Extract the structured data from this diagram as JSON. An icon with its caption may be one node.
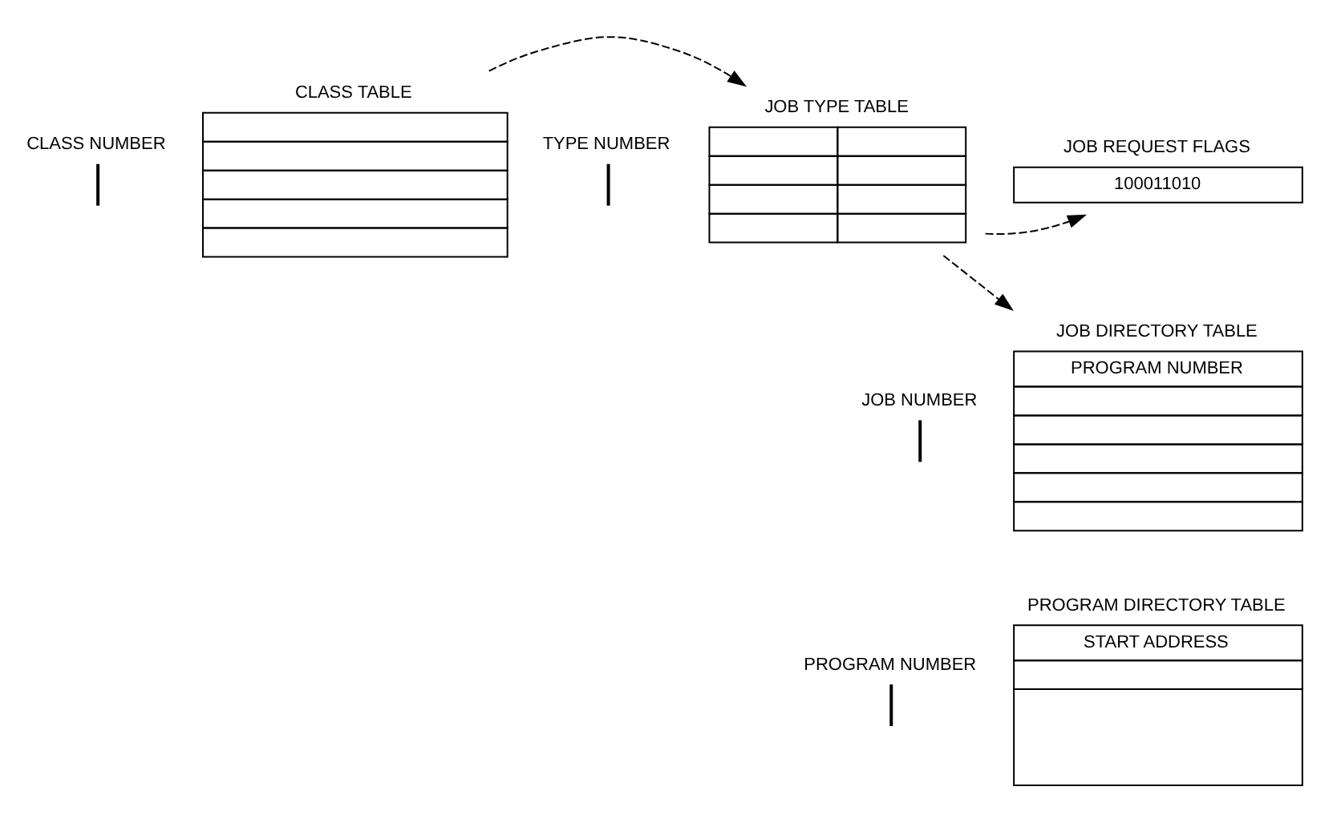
{
  "diagram": {
    "nodes": [
      {
        "text": [
          "CLASS TABLE"
        ],
        "beside": [
          "CLASS NUMBER"
        ]
      },
      {
        "text": [
          "JOB TYPE TABLE"
        ],
        "beside": [
          "TYPE NUMBER"
        ]
      },
      {
        "text": [
          "JOB REQUEST FLAGS",
          "100011010"
        ]
      },
      {
        "text": [
          "JOB DIRECTORY TABLE",
          "PROGRAM NUMBER"
        ],
        "beside": [
          "JOB NUMBER"
        ]
      },
      {
        "text": [
          "PROGRAM DIRECTORY TABLE",
          "START ADDRESS"
        ],
        "beside": [
          "PROGRAM NUMBER"
        ]
      }
    ],
    "edges": [
      {
        "from": 0,
        "to": 1,
        "arrow": "to",
        "style": "dashed"
      },
      {
        "from": 1,
        "to": 2,
        "arrow": "to",
        "style": "dashed"
      },
      {
        "from": 1,
        "to": 3,
        "arrow": "to",
        "style": "dashed"
      }
    ]
  }
}
